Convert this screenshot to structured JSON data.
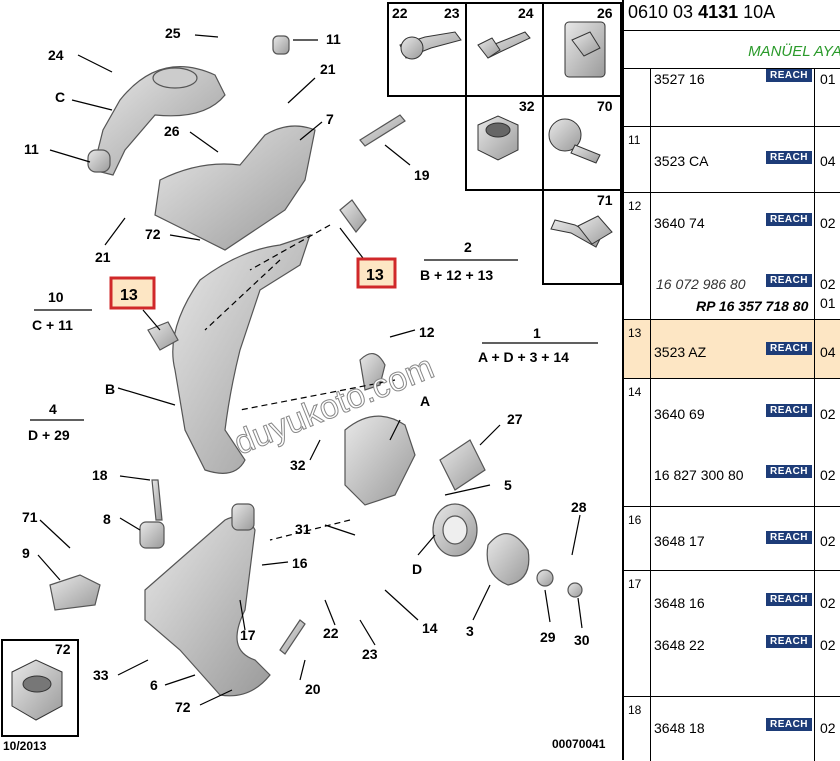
{
  "header": {
    "prefix": "0610 03",
    "bold": "4131",
    "suffix": "10A",
    "subtitle": "MANÜEL AYA"
  },
  "rows": [
    {
      "num": "",
      "lines": [
        {
          "ref": "3527 16",
          "qty": "01"
        }
      ]
    },
    {
      "num": "11",
      "lines": [
        {
          "ref": "3523 CA",
          "qty": "04"
        }
      ]
    },
    {
      "num": "12",
      "lines": [
        {
          "ref": "3640 74",
          "qty": "02"
        },
        {
          "ref": "16 072 986 80",
          "qty": "02",
          "style": "italic"
        },
        {
          "ref": "RP 16 357 718 80",
          "qty": "01",
          "style": "bolditalic"
        }
      ]
    },
    {
      "num": "13",
      "lines": [
        {
          "ref": "3523 AZ",
          "qty": "04"
        }
      ],
      "highlight": true
    },
    {
      "num": "14",
      "lines": [
        {
          "ref": "3640 69",
          "qty": "02"
        },
        {
          "ref": "16 827 300 80",
          "qty": "02"
        }
      ]
    },
    {
      "num": "16",
      "lines": [
        {
          "ref": "3648 17",
          "qty": "02"
        }
      ]
    },
    {
      "num": "17",
      "lines": [
        {
          "ref": "3648 16",
          "qty": "02"
        },
        {
          "ref": "3648 22",
          "qty": "02"
        }
      ]
    },
    {
      "num": "18",
      "lines": [
        {
          "ref": "3648 18",
          "qty": "02"
        }
      ]
    }
  ],
  "reach_label": "REACH",
  "diagram": {
    "date": "10/2013",
    "code": "00070041",
    "watermark": "duyukoto.com",
    "box_labels": [
      "22",
      "23",
      "24",
      "26",
      "32",
      "70",
      "71",
      "72"
    ],
    "callouts": [
      "25",
      "24",
      "11",
      "21",
      "C",
      "11",
      "26",
      "7",
      "19",
      "21",
      "72",
      "13",
      "13",
      "10",
      "12",
      "B",
      "4",
      "18",
      "8",
      "71",
      "9",
      "16",
      "6",
      "33",
      "72",
      "20",
      "17",
      "22",
      "23",
      "14",
      "31",
      "32",
      "A",
      "27",
      "5",
      "28",
      "D",
      "3",
      "29",
      "30",
      "1"
    ],
    "formulas": [
      {
        "top": "2",
        "bottom": "B + 12 + 13"
      },
      {
        "top": "10",
        "bottom": "C + 11"
      },
      {
        "top": "1",
        "bottom": "A + D + 3 + 14"
      },
      {
        "top": "4",
        "bottom": "D + 29"
      }
    ]
  }
}
